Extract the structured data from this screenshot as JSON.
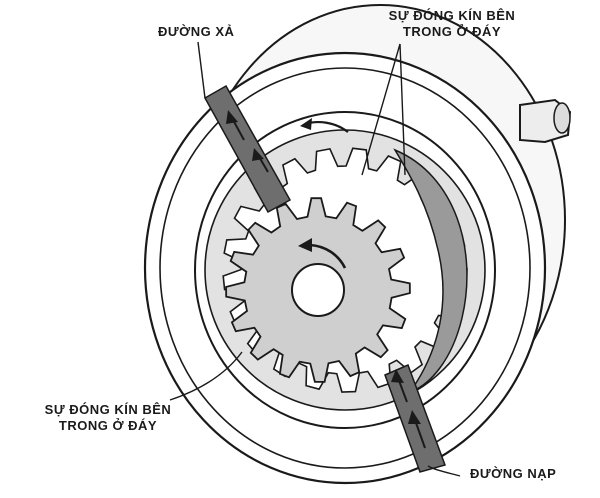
{
  "labels": {
    "discharge": "ĐƯỜNG XẢ",
    "seal_top_line1": "SỰ ĐÓNG KÍN BÊN",
    "seal_top_line2": "TRONG Ở ĐÁY",
    "seal_bottom_line1": "SỰ ĐÓNG KÍN BÊN",
    "seal_bottom_line2": "TRONG Ở ĐÁY",
    "intake": "ĐƯỜNG NẠP"
  },
  "colors": {
    "ink": "#1a1a1a",
    "passage": "#6e6e6e",
    "ring_fill": "#e2e2e2",
    "crescent_fill": "#9a9a9a",
    "background": "#ffffff"
  },
  "gears": {
    "outer_teeth": 21,
    "inner_teeth": 16
  }
}
